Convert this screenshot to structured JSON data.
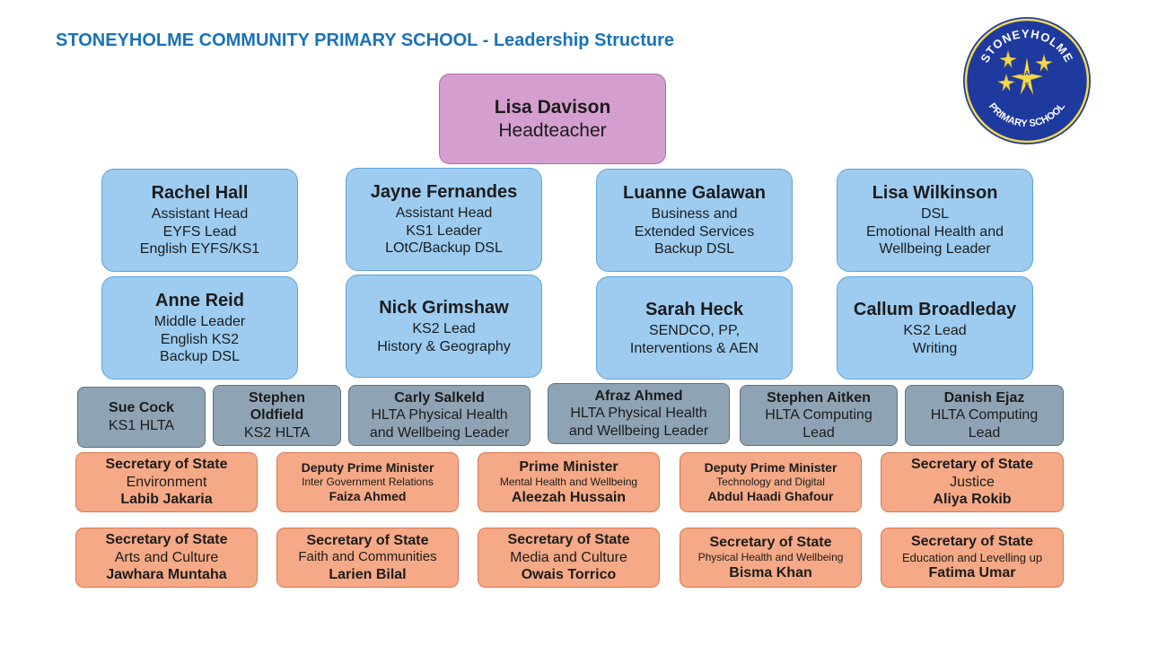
{
  "page": {
    "title": "STONEYHOLME COMMUNITY PRIMARY SCHOOL  - Leadership Structure"
  },
  "logo": {
    "top_text": "STONEYHOLME",
    "bottom_text": "PRIMARY SCHOOL",
    "initials": [
      "SAP",
      "S"
    ],
    "colors": {
      "navy": "#1f3a9e",
      "gold": "#f2d94e"
    }
  },
  "head": {
    "name": "Lisa Davison",
    "role": "Headteacher"
  },
  "leaders": [
    {
      "name": "Rachel Hall",
      "lines": [
        "Assistant Head",
        "EYFS Lead",
        "English EYFS/KS1"
      ]
    },
    {
      "name": "Jayne Fernandes",
      "lines": [
        "Assistant Head",
        "KS1 Leader",
        "LOtC/Backup DSL"
      ]
    },
    {
      "name": "Luanne Galawan",
      "lines": [
        "Business and",
        "Extended Services",
        "Backup DSL"
      ]
    },
    {
      "name": "Lisa Wilkinson",
      "lines": [
        "DSL",
        "Emotional Health and",
        "Wellbeing Leader"
      ]
    },
    {
      "name": "Anne Reid",
      "lines": [
        "Middle Leader",
        "English KS2",
        "Backup DSL"
      ]
    },
    {
      "name": "Nick Grimshaw",
      "lines": [
        "KS2 Lead",
        "History & Geography"
      ]
    },
    {
      "name": "Sarah Heck",
      "lines": [
        "SENDCO, PP,",
        "Interventions & AEN"
      ]
    },
    {
      "name": "Callum Broadleday",
      "lines": [
        "KS2 Lead",
        "Writing"
      ]
    }
  ],
  "hltas": [
    {
      "name_lines": [
        "Sue Cock"
      ],
      "role_lines": [
        "KS1 HLTA"
      ]
    },
    {
      "name_lines": [
        "Stephen",
        "Oldfield"
      ],
      "role_lines": [
        "KS2 HLTA"
      ]
    },
    {
      "name_lines": [
        "Carly Salkeld"
      ],
      "role_lines": [
        "HLTA Physical Health",
        "and Wellbeing Leader"
      ]
    },
    {
      "name_lines": [
        "Afraz Ahmed"
      ],
      "role_lines": [
        "HLTA Physical Health",
        "and Wellbeing Leader"
      ]
    },
    {
      "name_lines": [
        "Stephen Aitken"
      ],
      "role_lines": [
        "HLTA Computing",
        "Lead"
      ]
    },
    {
      "name_lines": [
        "Danish Ejaz"
      ],
      "role_lines": [
        "HLTA Computing",
        "Lead"
      ]
    }
  ],
  "cabinet": [
    {
      "title": "Secretary of State",
      "dept": "Environment",
      "person": "Labib Jakaria"
    },
    {
      "title": "Deputy Prime Minister",
      "dept": "Inter Government Relations",
      "person": "Faiza Ahmed"
    },
    {
      "title": "Prime Minister",
      "dept": "Mental Health and Wellbeing",
      "person": "Aleezah Hussain"
    },
    {
      "title": "Deputy Prime Minister",
      "dept": "Technology and Digital",
      "person": "Abdul Haadi Ghafour"
    },
    {
      "title": "Secretary of State",
      "dept": "Justice",
      "person": "Aliya Rokib"
    },
    {
      "title": "Secretary of State",
      "dept": "Arts and Culture",
      "person": "Jawhara Muntaha"
    },
    {
      "title": "Secretary of State",
      "dept": "Faith and Communities",
      "person": "Larien Bilal"
    },
    {
      "title": "Secretary of State",
      "dept": "Media and Culture",
      "person": "Owais Torrico"
    },
    {
      "title": "Secretary of State",
      "dept": "Physical Health and Wellbeing",
      "person": "Bisma Khan"
    },
    {
      "title": "Secretary of State",
      "dept": "Education and Levelling up",
      "person": "Fatima Umar"
    }
  ]
}
